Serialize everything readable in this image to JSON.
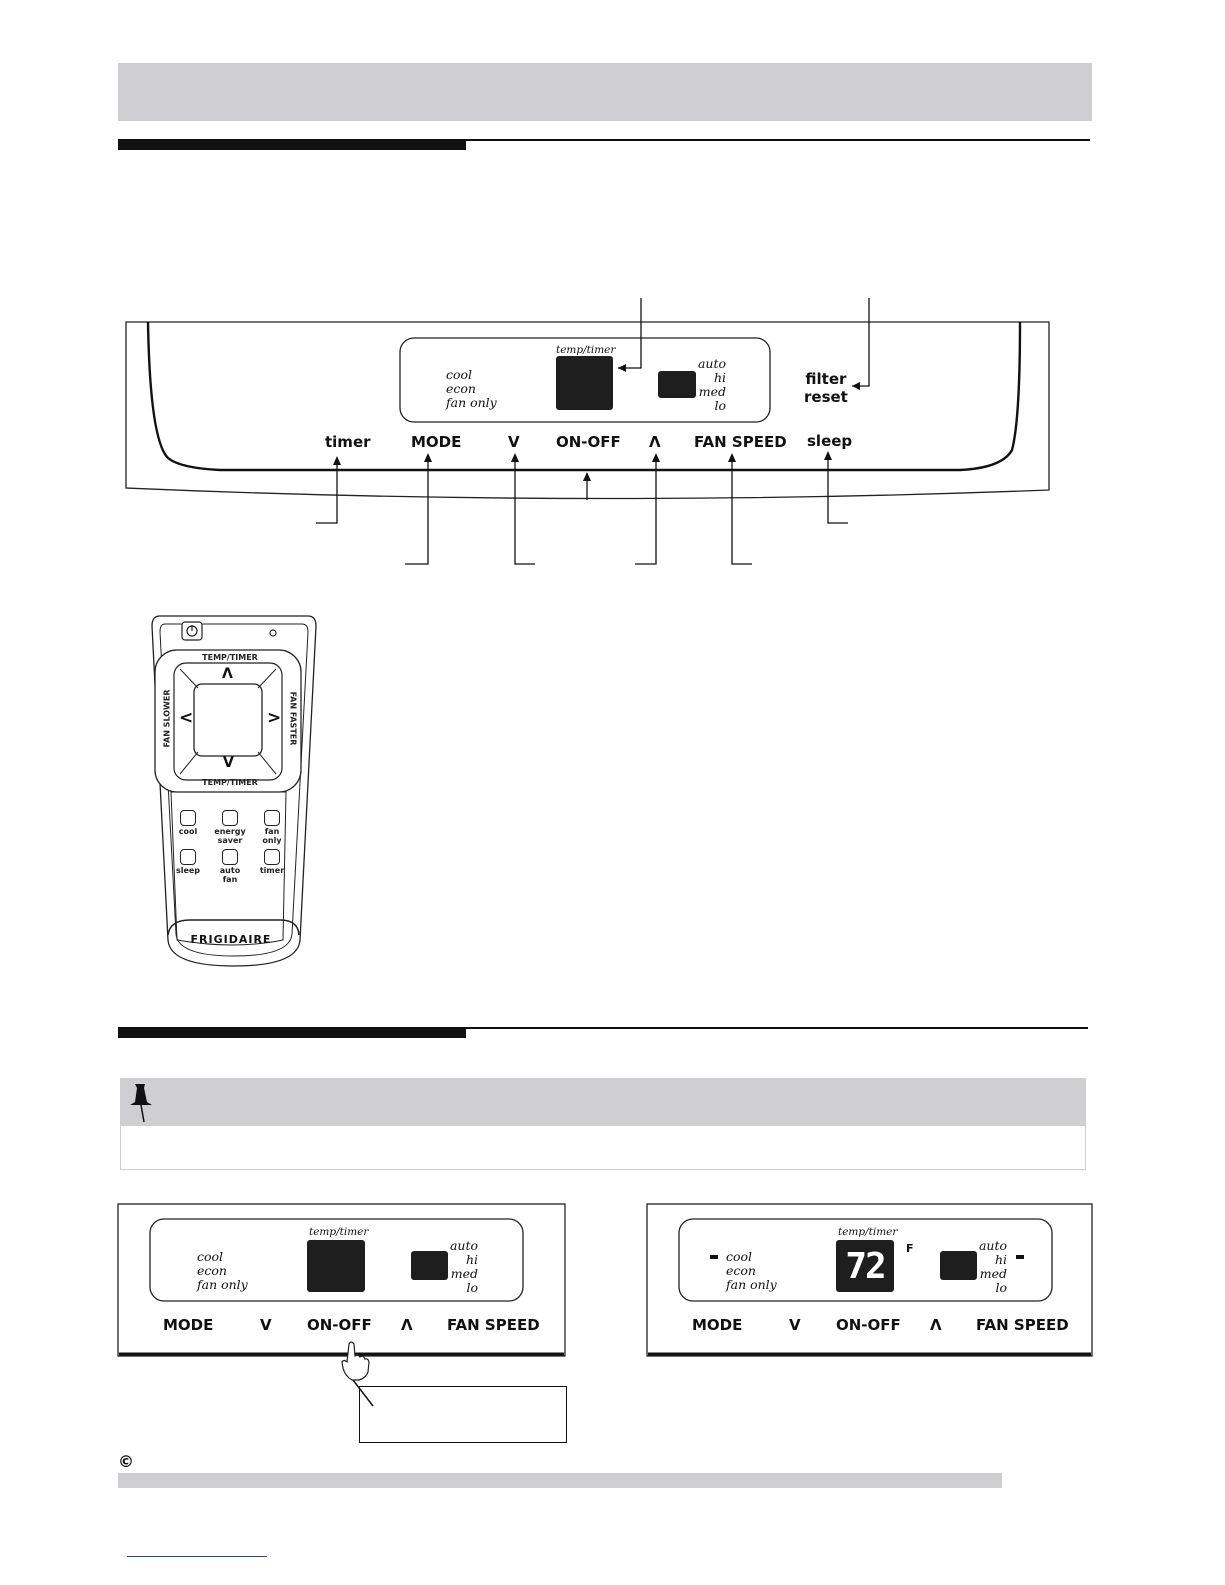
{
  "control_panel": {
    "display": {
      "temp_timer_label": "temp/timer",
      "modes": [
        "cool",
        "econ",
        "fan only"
      ],
      "fan_levels": [
        "auto",
        "hi",
        "med",
        "lo"
      ]
    },
    "filter_reset": [
      "filter",
      "reset"
    ],
    "buttons": {
      "timer": "timer",
      "mode": "MODE",
      "down": "V",
      "on_off": "ON-OFF",
      "up": "Λ",
      "fan_speed": "FAN SPEED",
      "sleep": "sleep"
    }
  },
  "remote": {
    "temp_timer_top": "TEMP/TIMER",
    "temp_timer_bottom": "TEMP/TIMER",
    "fan_slower": "FAN SLOWER",
    "fan_faster": "FAN FASTER",
    "arrow_up": "Λ",
    "arrow_down": "V",
    "arrow_left": "<",
    "arrow_right": ">",
    "buttons": [
      {
        "label_1": "cool",
        "label_2": ""
      },
      {
        "label_1": "energy",
        "label_2": "saver"
      },
      {
        "label_1": "fan",
        "label_2": "only"
      },
      {
        "label_1": "sleep",
        "label_2": ""
      },
      {
        "label_1": "auto",
        "label_2": "fan"
      },
      {
        "label_1": "timer",
        "label_2": ""
      }
    ],
    "brand": "FRIGIDAIRE"
  },
  "panel_off": {
    "temp_timer_label": "temp/timer",
    "modes": [
      "cool",
      "econ",
      "fan only"
    ],
    "fan_levels": [
      "auto",
      "hi",
      "med",
      "lo"
    ],
    "buttons": [
      "MODE",
      "V",
      "ON-OFF",
      "Λ",
      "FAN SPEED"
    ]
  },
  "panel_on": {
    "temp_timer_label": "temp/timer",
    "temp_value": "72",
    "unit": "F",
    "modes": [
      "cool",
      "econ",
      "fan only"
    ],
    "fan_levels": [
      "auto",
      "hi",
      "med",
      "lo"
    ],
    "buttons": [
      "MODE",
      "V",
      "ON-OFF",
      "Λ",
      "FAN SPEED"
    ]
  },
  "footer": {
    "copyright_symbol": "©"
  },
  "colors": {
    "grey_bar": "#cfcfd1",
    "lcd": "#1e1e1e",
    "rule": "#111111"
  }
}
